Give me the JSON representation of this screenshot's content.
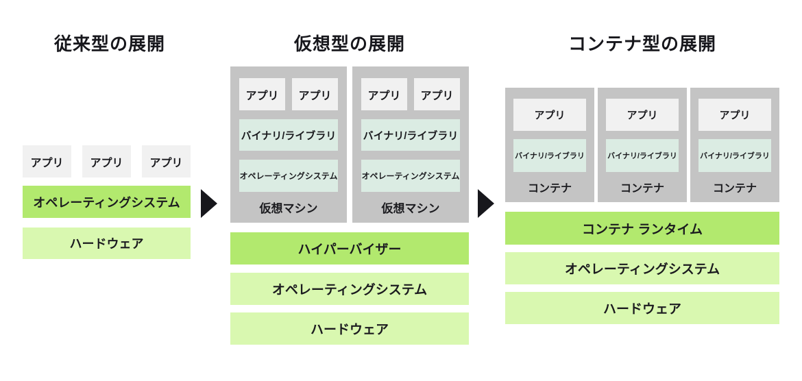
{
  "diagram": {
    "traditional": {
      "title": "従来型の展開",
      "apps": [
        "アプリ",
        "アプリ",
        "アプリ"
      ],
      "os": "オペレーティングシステム",
      "hardware": "ハードウェア"
    },
    "virtualized": {
      "title": "仮想型の展開",
      "vms": [
        {
          "apps": [
            "アプリ",
            "アプリ"
          ],
          "binlib": "バイナリ/ライブラリ",
          "os": "オペレーティングシステム",
          "label": "仮想マシン"
        },
        {
          "apps": [
            "アプリ",
            "アプリ"
          ],
          "binlib": "バイナリ/ライブラリ",
          "os": "オペレーティングシステム",
          "label": "仮想マシン"
        }
      ],
      "hypervisor": "ハイパーバイザー",
      "os": "オペレーティングシステム",
      "hardware": "ハードウェア"
    },
    "container": {
      "title": "コンテナ型の展開",
      "containers": [
        {
          "app": "アプリ",
          "binlib": "バイナリ/ライブラリ",
          "label": "コンテナ"
        },
        {
          "app": "アプリ",
          "binlib": "バイナリ/ライブラリ",
          "label": "コンテナ"
        },
        {
          "app": "アプリ",
          "binlib": "バイナリ/ライブラリ",
          "label": "コンテナ"
        }
      ],
      "runtime": "コンテナ ランタイム",
      "os": "オペレーティングシステム",
      "hardware": "ハードウェア"
    },
    "colors": {
      "bright_green": "#b2e96e",
      "light_green": "#d9f8b0",
      "mint": "#dbece3",
      "panel_gray": "#c4c4c4",
      "app_gray": "#f1f1f1",
      "text": "#1b1b1f"
    }
  }
}
